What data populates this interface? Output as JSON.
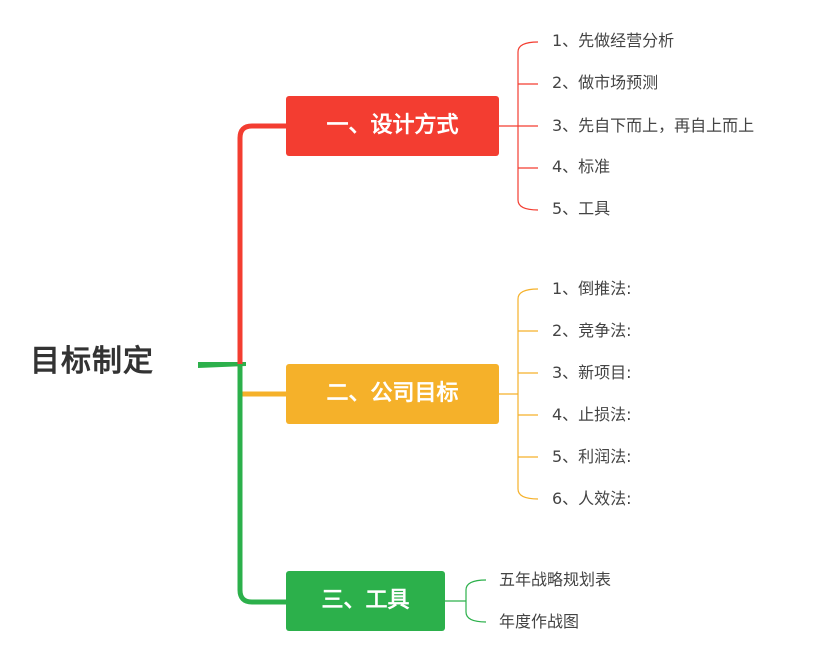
{
  "root": {
    "label": "目标制定"
  },
  "branches": [
    {
      "label": "一、设计方式",
      "color": "#f33d31",
      "children": [
        "1、先做经营分析",
        "2、做市场预测",
        "3、先自下而上，再自上而上",
        "4、标准",
        "5、工具"
      ]
    },
    {
      "label": "二、公司目标",
      "color": "#f5b12a",
      "children": [
        "1、倒推法:",
        "2、竞争法:",
        "3、新项目:",
        "4、止损法:",
        "5、利润法:",
        "6、人效法:"
      ]
    },
    {
      "label": "三、工具",
      "color": "#2cb04b",
      "children": [
        "五年战略规划表",
        "年度作战图"
      ]
    }
  ]
}
